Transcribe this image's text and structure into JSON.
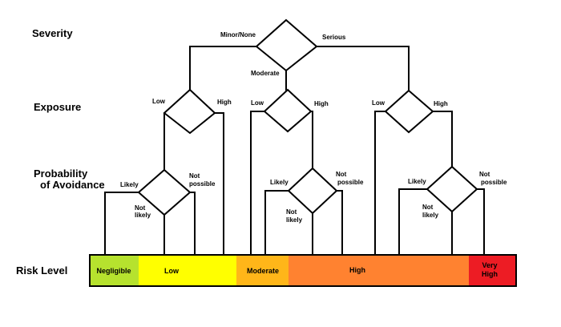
{
  "rows": {
    "severity": "Severity",
    "exposure": "Exposure",
    "avoidance_line1": "Probability",
    "avoidance_line2": "of Avoidance",
    "risk_level": "Risk Level"
  },
  "severity_branches": {
    "minor": "Minor/None",
    "serious": "Serious",
    "moderate": "Moderate"
  },
  "exposure_branches": {
    "low": "Low",
    "high": "High"
  },
  "avoidance_branches": {
    "likely": "Likely",
    "not_likely_1": "Not",
    "not_likely_2": "likely",
    "not_possible_1": "Not",
    "not_possible_2": "possible"
  },
  "risk_levels": [
    {
      "label": "Negligible",
      "color": "#b6e22e"
    },
    {
      "label": "Low",
      "color": "#ffff00"
    },
    {
      "label": "Moderate",
      "color": "#ffb619"
    },
    {
      "label": "High",
      "color": "#ff8230"
    },
    {
      "label": "Very",
      "label2": "High",
      "color": "#ed1c24"
    }
  ]
}
